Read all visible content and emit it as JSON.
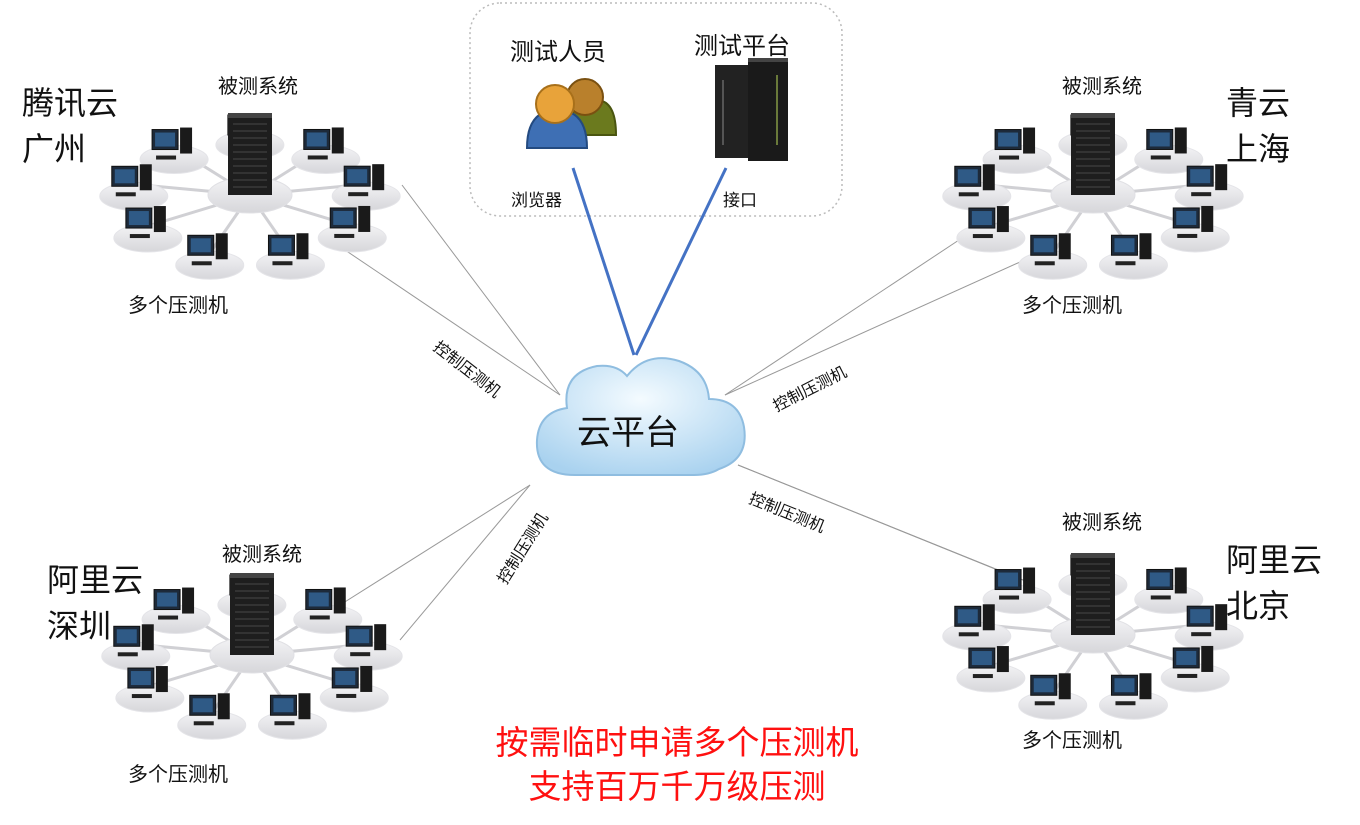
{
  "top_box": {
    "testers_label": "测试人员",
    "platform_label": "测试平台",
    "browser_label": "浏览器",
    "interface_label": "接口"
  },
  "cloud": {
    "label": "云平台"
  },
  "clusters": [
    {
      "region": "腾讯云",
      "city": "广州",
      "system_label": "被测系统",
      "machines_label": "多个压测机",
      "control_label": "控制压测机"
    },
    {
      "region": "青云",
      "city": "上海",
      "system_label": "被测系统",
      "machines_label": "多个压测机",
      "control_label": "控制压测机"
    },
    {
      "region": "阿里云",
      "city": "深圳",
      "system_label": "被测系统",
      "machines_label": "多个压测机",
      "control_label": "控制压测机"
    },
    {
      "region": "阿里云",
      "city": "北京",
      "system_label": "被测系统",
      "machines_label": "多个压测机",
      "control_label": "控制压测机"
    }
  ],
  "footer": {
    "line1": "按需临时申请多个压测机",
    "line2": "支持百万千万级压测"
  },
  "colors": {
    "link": "#4472c4",
    "highlight": "#ff1010",
    "cloud": "#bcdcf2"
  }
}
